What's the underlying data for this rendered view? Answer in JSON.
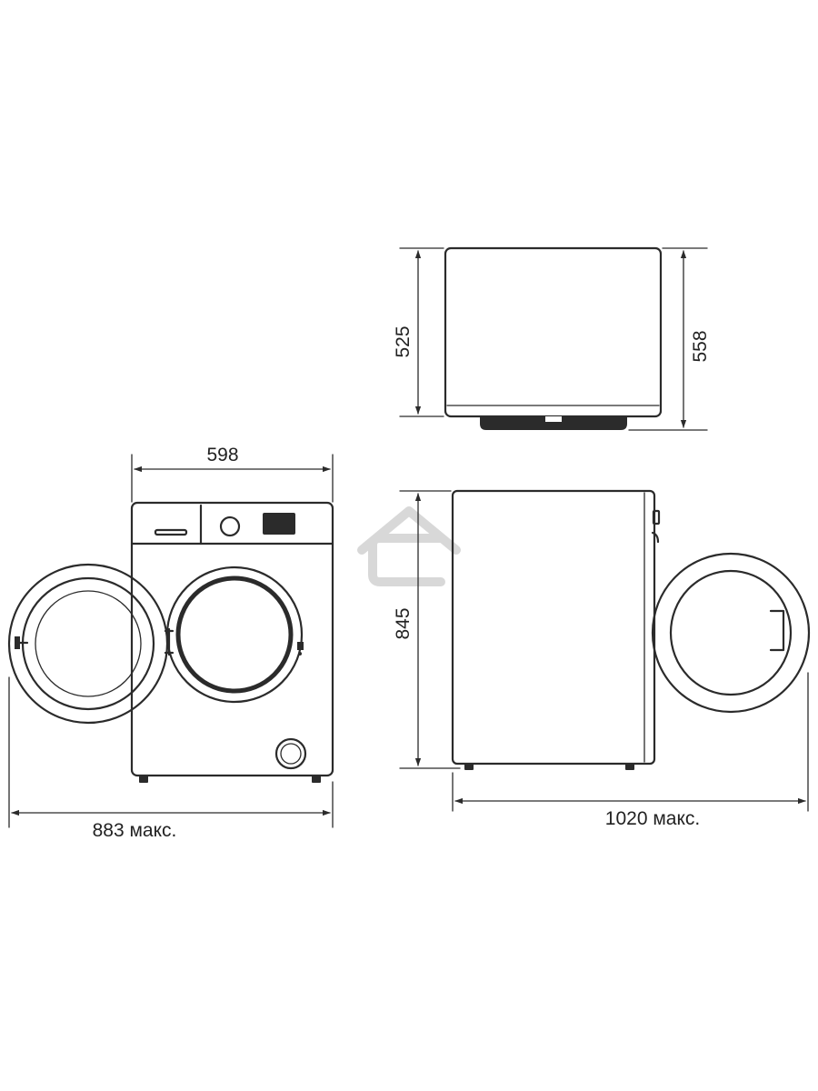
{
  "dimensions": {
    "top_depth": "525",
    "top_depth_total": "558",
    "front_width": "598",
    "side_height": "845",
    "front_width_open": "883 макс.",
    "side_depth_open": "1020 макс."
  },
  "colors": {
    "line": "#2b2b2b",
    "watermark": "#d8d8d8",
    "background": "#ffffff"
  },
  "icons": {
    "watermark": "house-logo-icon"
  }
}
